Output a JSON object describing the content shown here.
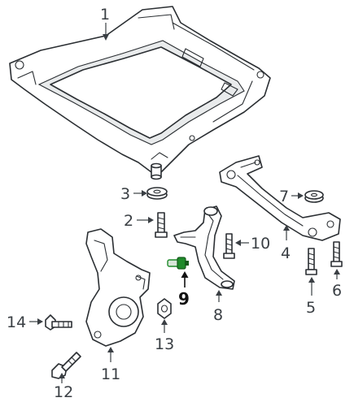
{
  "callouts": {
    "c1": "1",
    "c2": "2",
    "c3": "3",
    "c4": "4",
    "c5": "5",
    "c6": "6",
    "c7": "7",
    "c8": "8",
    "c9": "9",
    "c10": "10",
    "c11": "11",
    "c12": "12",
    "c13": "13",
    "c14": "14"
  },
  "highlight": {
    "part": "9",
    "color": "#1f8a2a"
  },
  "colors": {
    "line": "#2b2f33",
    "text": "#3a3f44"
  }
}
